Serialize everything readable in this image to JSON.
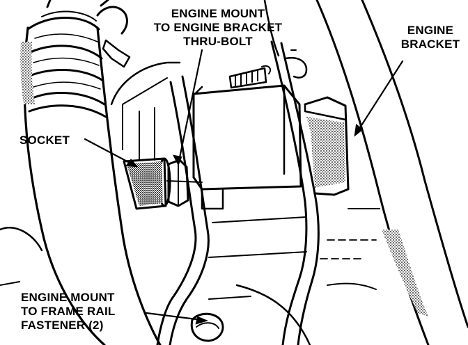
{
  "labels": {
    "thru_bolt": [
      "ENGINE MOUNT",
      "TO ENGINE BRACKET",
      "THRU-BOLT"
    ],
    "engine_bracket": [
      "ENGINE",
      "BRACKET"
    ],
    "socket": [
      "SOCKET"
    ],
    "frame_rail_fastener": [
      "ENGINE MOUNT",
      "TO FRAME RAIL",
      "FASTENER (2)"
    ]
  },
  "colors": {
    "ink": "#000000",
    "paper": "#ffffff"
  }
}
